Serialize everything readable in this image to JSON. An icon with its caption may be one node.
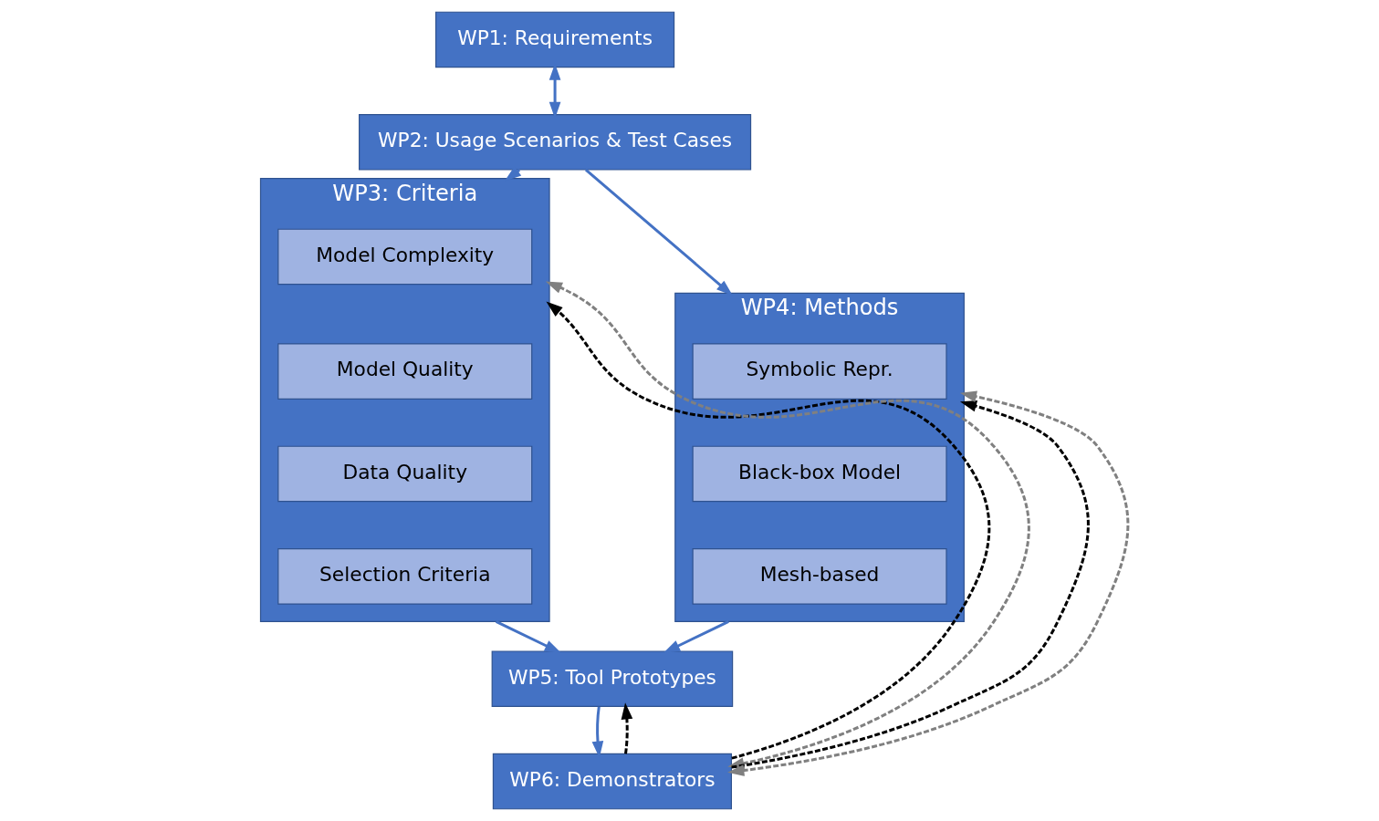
{
  "diagram": {
    "nodes": [
      {
        "text": [
          "WP1: Requirements"
        ]
      },
      {
        "text": [
          "WP2: Usage Scenarios & Test Cases"
        ]
      },
      {
        "text": [
          "WP3: Criteria"
        ]
      },
      {
        "text": [
          "Model Complexity"
        ],
        "in": 2
      },
      {
        "text": [
          "Model Quality"
        ],
        "in": 2
      },
      {
        "text": [
          "Data Quality"
        ],
        "in": 2
      },
      {
        "text": [
          "Selection Criteria"
        ],
        "in": 2
      },
      {
        "text": [
          "WP4: Methods"
        ]
      },
      {
        "text": [
          "Symbolic Repr."
        ],
        "in": 7
      },
      {
        "text": [
          "Black-box Model"
        ],
        "in": 7
      },
      {
        "text": [
          "Mesh-based"
        ],
        "in": 7
      },
      {
        "text": [
          "WP5: Tool Prototypes"
        ]
      },
      {
        "text": [
          "WP6: Demonstrators"
        ]
      }
    ],
    "edges": [
      {
        "from": 0,
        "to": 1,
        "arrow": "both"
      },
      {
        "from": 1,
        "to": 2,
        "arrow": "to"
      },
      {
        "from": 1,
        "to": 7,
        "arrow": "to"
      },
      {
        "from": 2,
        "to": 11,
        "arrow": "to"
      },
      {
        "from": 7,
        "to": 11,
        "arrow": "to"
      },
      {
        "from": 11,
        "to": 12,
        "arrow": "to"
      },
      {
        "from": 12,
        "to": 2,
        "arrow": "to",
        "style": "dashed",
        "color": "#000000"
      },
      {
        "from": 12,
        "to": 11,
        "arrow": "to",
        "style": "dashed",
        "color": "#000000"
      },
      {
        "from": 12,
        "to": 7,
        "arrow": "to",
        "style": "dashed",
        "color": "#000000"
      },
      {
        "from": 12,
        "to": 2,
        "arrow": "both",
        "style": "dashed",
        "color": "#808080"
      },
      {
        "from": 12,
        "to": 7,
        "arrow": "both",
        "style": "dashed",
        "color": "#808080"
      }
    ]
  }
}
